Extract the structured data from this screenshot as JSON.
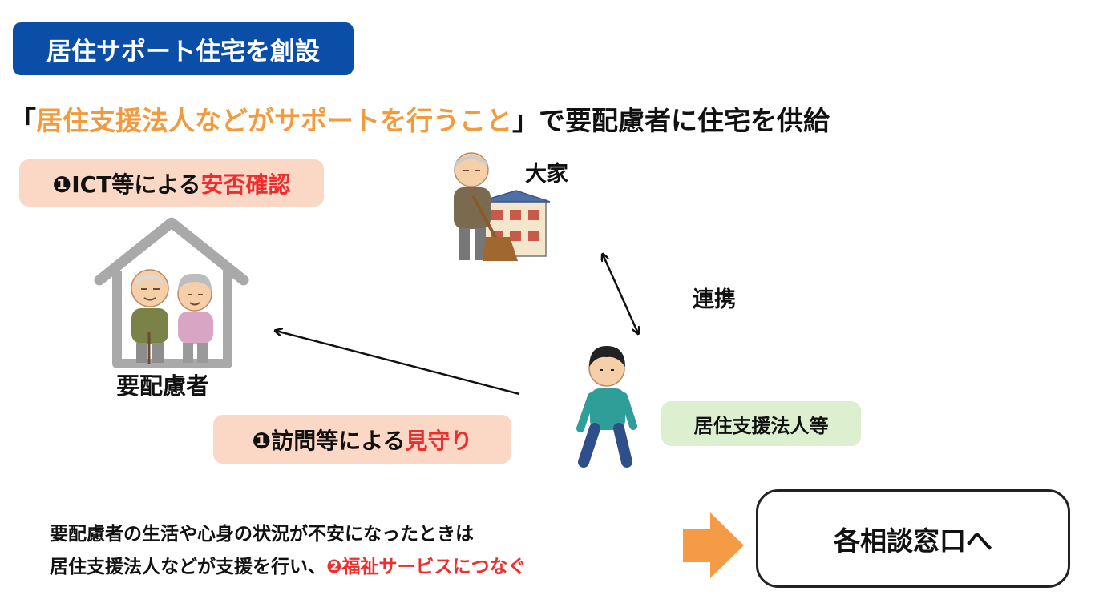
{
  "title_badge": "居住サポート住宅を創設",
  "headline": {
    "open": "「",
    "highlight": "居住支援法人などがサポートを行うこと",
    "close": "」で要配慮者に住宅を供給"
  },
  "ict_pill": {
    "prefix": "❶ICT等による",
    "highlight": "安否確認"
  },
  "visit_pill": {
    "prefix": "❶訪問等による",
    "highlight": "見守り"
  },
  "support_org_label": "居住支援法人等",
  "landlord_label": "大家",
  "cooperation_label": "連携",
  "care_recipient_label": "要配慮者",
  "bottom_text": {
    "line1": "要配慮者の生活や心身の状況が不安になったときは",
    "line2_prefix": "居住支援法人などが支援を行い、",
    "line2_highlight": "❷福祉サービスにつなぐ"
  },
  "consultation_box": "各相談窓口へ",
  "colors": {
    "title_bg": "#0a4ea8",
    "orange_text": "#f39a3c",
    "red_text": "#ee2e2e",
    "pink_pill": "#fbd7c5",
    "green_pill": "#dcf0cf",
    "arrow_orange": "#f59a45"
  }
}
